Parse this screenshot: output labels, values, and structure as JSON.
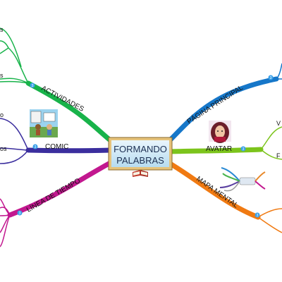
{
  "center": {
    "line1": "FORMANDO",
    "line2": "PALABRAS"
  },
  "branches": {
    "actividades": {
      "label": "ACTIVIDADES",
      "color": "#18b34a",
      "badge": "3"
    },
    "comic": {
      "label": "COMIC",
      "color": "#3b2e9e",
      "badge": "3"
    },
    "linea_tiempo": {
      "label": "LÍNEA DE TIEMPO",
      "color": "#c2188f",
      "badge": "3"
    },
    "pagina_principal": {
      "label": "PÁGINA PRINCIPAL",
      "color": "#1677c9",
      "badge": "3"
    },
    "avatar": {
      "label": "AVATAR",
      "color": "#7cc41c",
      "badge": "3"
    },
    "mapa_mental": {
      "label": "MAPA MENTAL",
      "color": "#f07a12",
      "badge": "3"
    }
  },
  "fragments": {
    "s_top": "s",
    "os": "os",
    "v": "V",
    "f": "F"
  },
  "icons": {
    "comic_thumbnail": "comic-thumbnail",
    "avatar_portrait": "avatar-portrait",
    "mindmap_thumbnail": "mindmap-thumbnail",
    "book_icon": "book-icon"
  }
}
